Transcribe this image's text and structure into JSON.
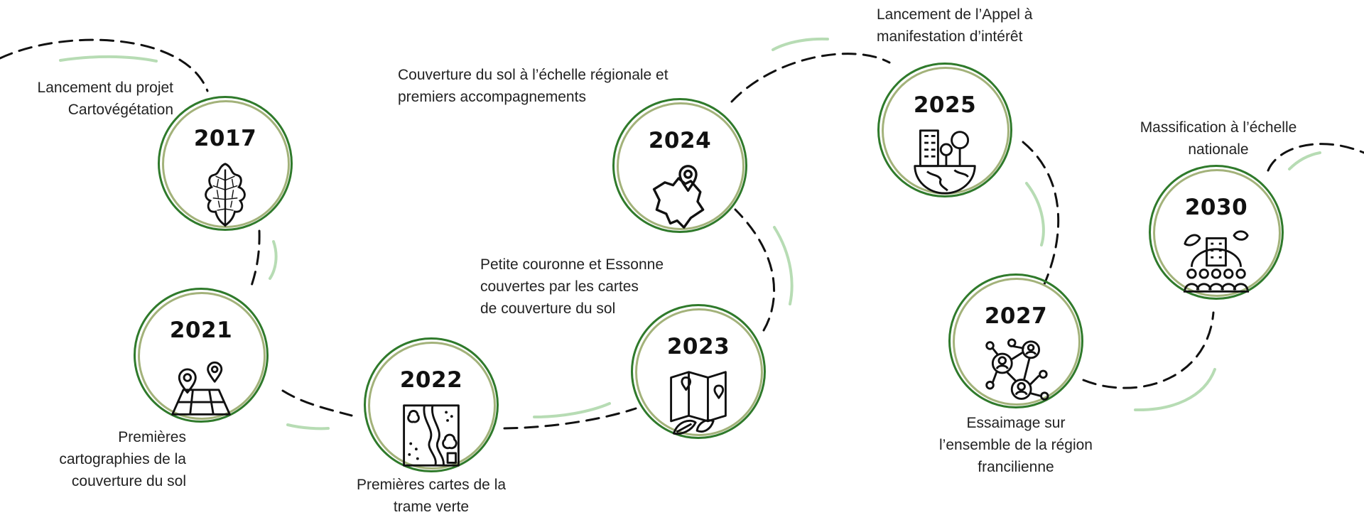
{
  "milestones": [
    {
      "year": "2017",
      "icon": "oak-leaf-icon",
      "lines": [
        "Lancement du projet",
        "Cartovégétation"
      ]
    },
    {
      "year": "2021",
      "icon": "map-pins-icon",
      "lines": [
        "Premières",
        "cartographies de la",
        "couverture du sol"
      ]
    },
    {
      "year": "2022",
      "icon": "land-plot-map-icon",
      "lines": [
        "Premières cartes de la",
        "trame verte"
      ]
    },
    {
      "year": "2023",
      "icon": "folded-map-leaves-icon",
      "lines": [
        "Petite couronne et Essonne",
        "couvertes par les cartes",
        "de couverture du sol"
      ]
    },
    {
      "year": "2024",
      "icon": "region-location-icon",
      "lines": [
        "Couverture du sol à l’échelle régionale et",
        "premiers accompagnements"
      ]
    },
    {
      "year": "2025",
      "icon": "city-nature-earth-icon",
      "lines": [
        "Lancement de l’Appel à",
        "manifestation d’intérêt"
      ]
    },
    {
      "year": "2027",
      "icon": "network-people-icon",
      "lines": [
        "Essaimage sur",
        "l’ensemble de la région",
        "francilienne"
      ]
    },
    {
      "year": "2030",
      "icon": "people-city-globe-icon",
      "lines": [
        "Massification à l’échelle",
        "nationale"
      ]
    }
  ],
  "colors": {
    "ring_dark": "#2f7a2b",
    "ring_light": "#a3b27a",
    "accent_stroke": "#b7dcb4",
    "dash": "#111111"
  }
}
